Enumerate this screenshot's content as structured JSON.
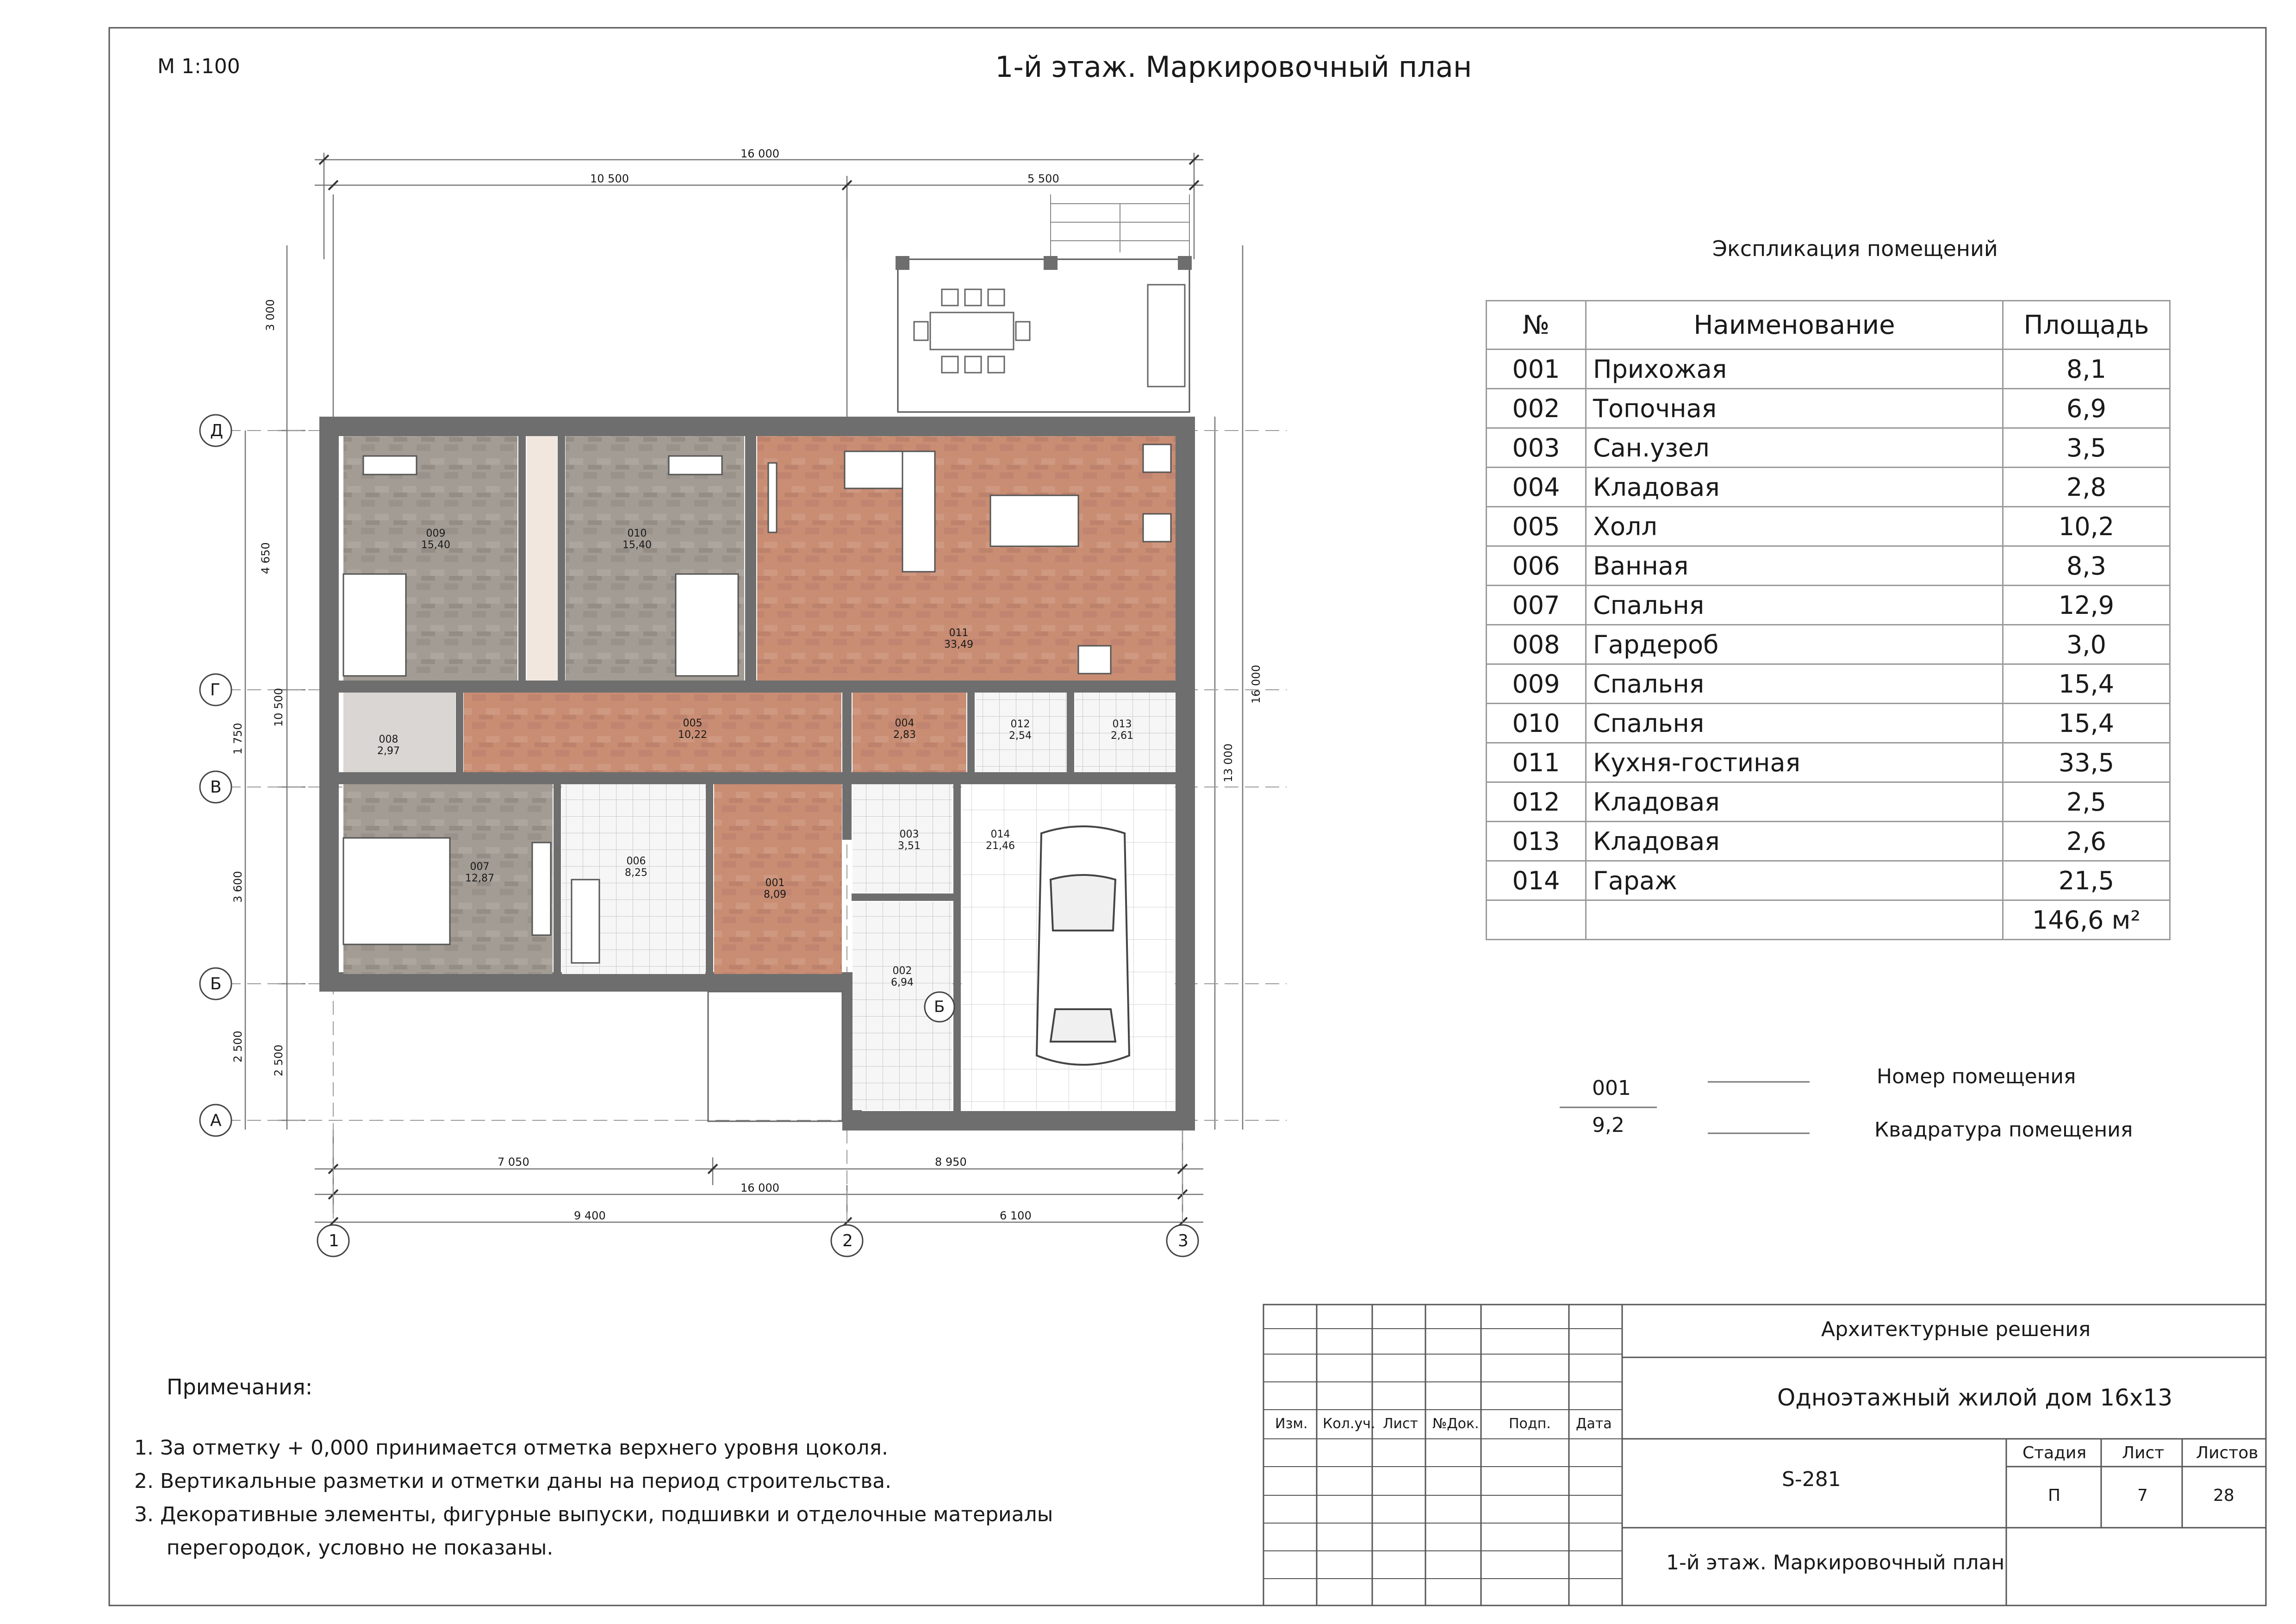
{
  "header": {
    "scale": "М 1:100",
    "title": "1-й этаж. Маркировочный план"
  },
  "dimensions": {
    "top_total": "16 000",
    "top_left": "10 500",
    "top_right": "5 500",
    "bottom_left": "7 050",
    "bottom_right": "8 950",
    "bottom_total": "16 000",
    "bottom_a": "9 400",
    "bottom_b": "6 100",
    "left_3000": "3 000",
    "left_4650": "4 650",
    "left_10500": "10 500",
    "left_1750": "1 750",
    "left_3600": "3 600",
    "left_2500": "2 500",
    "right_16000": "16 000",
    "right_13000": "13 000"
  },
  "axes": {
    "rows": [
      "Д",
      "Г",
      "В",
      "Б",
      "А"
    ],
    "cols": [
      "1",
      "2",
      "3"
    ]
  },
  "rooms": [
    {
      "id": "009",
      "area": "15,40"
    },
    {
      "id": "010",
      "area": "15,40"
    },
    {
      "id": "011",
      "area": "33,49"
    },
    {
      "id": "008",
      "area": "2,97"
    },
    {
      "id": "005",
      "area": "10,22"
    },
    {
      "id": "004",
      "area": "2,83"
    },
    {
      "id": "012",
      "area": "2,54"
    },
    {
      "id": "013",
      "area": "2,61"
    },
    {
      "id": "007",
      "area": "12,87"
    },
    {
      "id": "006",
      "area": "8,25"
    },
    {
      "id": "001",
      "area": "8,09"
    },
    {
      "id": "003",
      "area": "3,51"
    },
    {
      "id": "014",
      "area": "21,46"
    },
    {
      "id": "002",
      "area": "6,94"
    }
  ],
  "boiler_mark": "Б",
  "explication": {
    "title": "Экспликация помещений",
    "headers": [
      "№",
      "Наименование",
      "Площадь"
    ],
    "rows": [
      [
        "001",
        "Прихожая",
        "8,1"
      ],
      [
        "002",
        "Топочная",
        "6,9"
      ],
      [
        "003",
        "Сан.узел",
        "3,5"
      ],
      [
        "004",
        "Кладовая",
        "2,8"
      ],
      [
        "005",
        "Холл",
        "10,2"
      ],
      [
        "006",
        "Ванная",
        "8,3"
      ],
      [
        "007",
        "Спальня",
        "12,9"
      ],
      [
        "008",
        "Гардероб",
        "3,0"
      ],
      [
        "009",
        "Спальня",
        "15,4"
      ],
      [
        "010",
        "Спальня",
        "15,4"
      ],
      [
        "011",
        "Кухня-гостиная",
        "33,5"
      ],
      [
        "012",
        "Кладовая",
        "2,5"
      ],
      [
        "013",
        "Кладовая",
        "2,6"
      ],
      [
        "014",
        "Гараж",
        "21,5"
      ]
    ],
    "total": "146,6 м²"
  },
  "legend": {
    "sample_num": "001",
    "sample_area": "9,2",
    "num_label": "Номер помещения",
    "area_label": "Квадратура помещения"
  },
  "notes": {
    "title": "Примечания:",
    "items": [
      "1.  За отметку + 0,000 принимается отметка верхнего уровня цоколя.",
      "2.  Вертикальные разметки и отметки даны на период строительства.",
      "3.  Декоративные элементы, фигурные выпуски, подшивки и отделочные материалы",
      "     перегородок, условно не показаны."
    ]
  },
  "stamp": {
    "cols": [
      "Изм.",
      "Кол.уч.",
      "Лист",
      "№Док.",
      "Подп.",
      "Дата"
    ],
    "section": "Архитектурные решения",
    "project": "Одноэтажный жилой дом 16х13",
    "code": "S-281",
    "stage_label": "Стадия",
    "sheet_label": "Лист",
    "sheets_label": "Листов",
    "stage": "П",
    "sheet": "7",
    "sheets": "28",
    "sheet_title": "1-й этаж. Маркировочный план"
  },
  "colors": {
    "wall": "#6e6e6e",
    "wood_warm": "#c98d73",
    "wood_gray": "#a09a92",
    "tile": "#f4f4f4",
    "line": "#555555"
  }
}
